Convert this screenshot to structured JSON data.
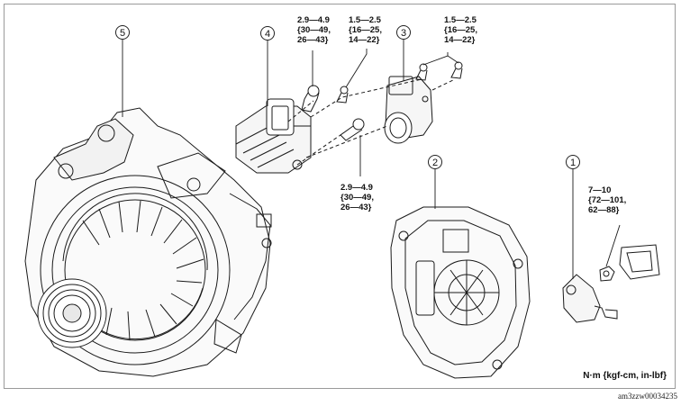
{
  "callouts": {
    "c1": "1",
    "c2": "2",
    "c3": "3",
    "c4": "4",
    "c5": "5"
  },
  "torques": {
    "t_top_left": [
      "2.9—4.9",
      "{30—49,",
      "26—43}"
    ],
    "t_top_mid": [
      "1.5—2.5",
      "{16—25,",
      "14—22}"
    ],
    "t_top_right": [
      "1.5—2.5",
      "{16—25,",
      "14—22}"
    ],
    "t_center": [
      "2.9—4.9",
      "{30—49,",
      "26—43}"
    ],
    "t_right": [
      "7—10",
      "{72—101,",
      "62—88}"
    ]
  },
  "units": "N·m {kgf-cm, in-lbf}",
  "figure_code": "am3zzw00034235"
}
